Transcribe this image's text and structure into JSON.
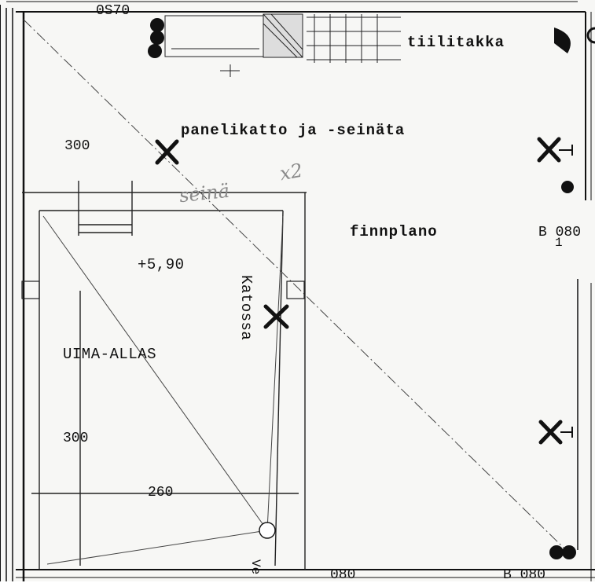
{
  "top_ref": "0S70",
  "fireplace": "tiilitakka",
  "ceiling_walls": "panelikatto ja -seinäta",
  "handwritten_wall": "seinä",
  "handwritten_x2": "x2",
  "floor": "finnplano",
  "level": "+5,90",
  "pool": "UIMA-ALLAS",
  "katossa": "Katossa",
  "dim_300_top": "300",
  "dim_300_bottom": "300",
  "dim_260": "260",
  "b_right_mid": "B 080",
  "b_right_sub": "1",
  "bottom_080": "080",
  "b_bottom_right": "B 080",
  "ve": "Ve"
}
